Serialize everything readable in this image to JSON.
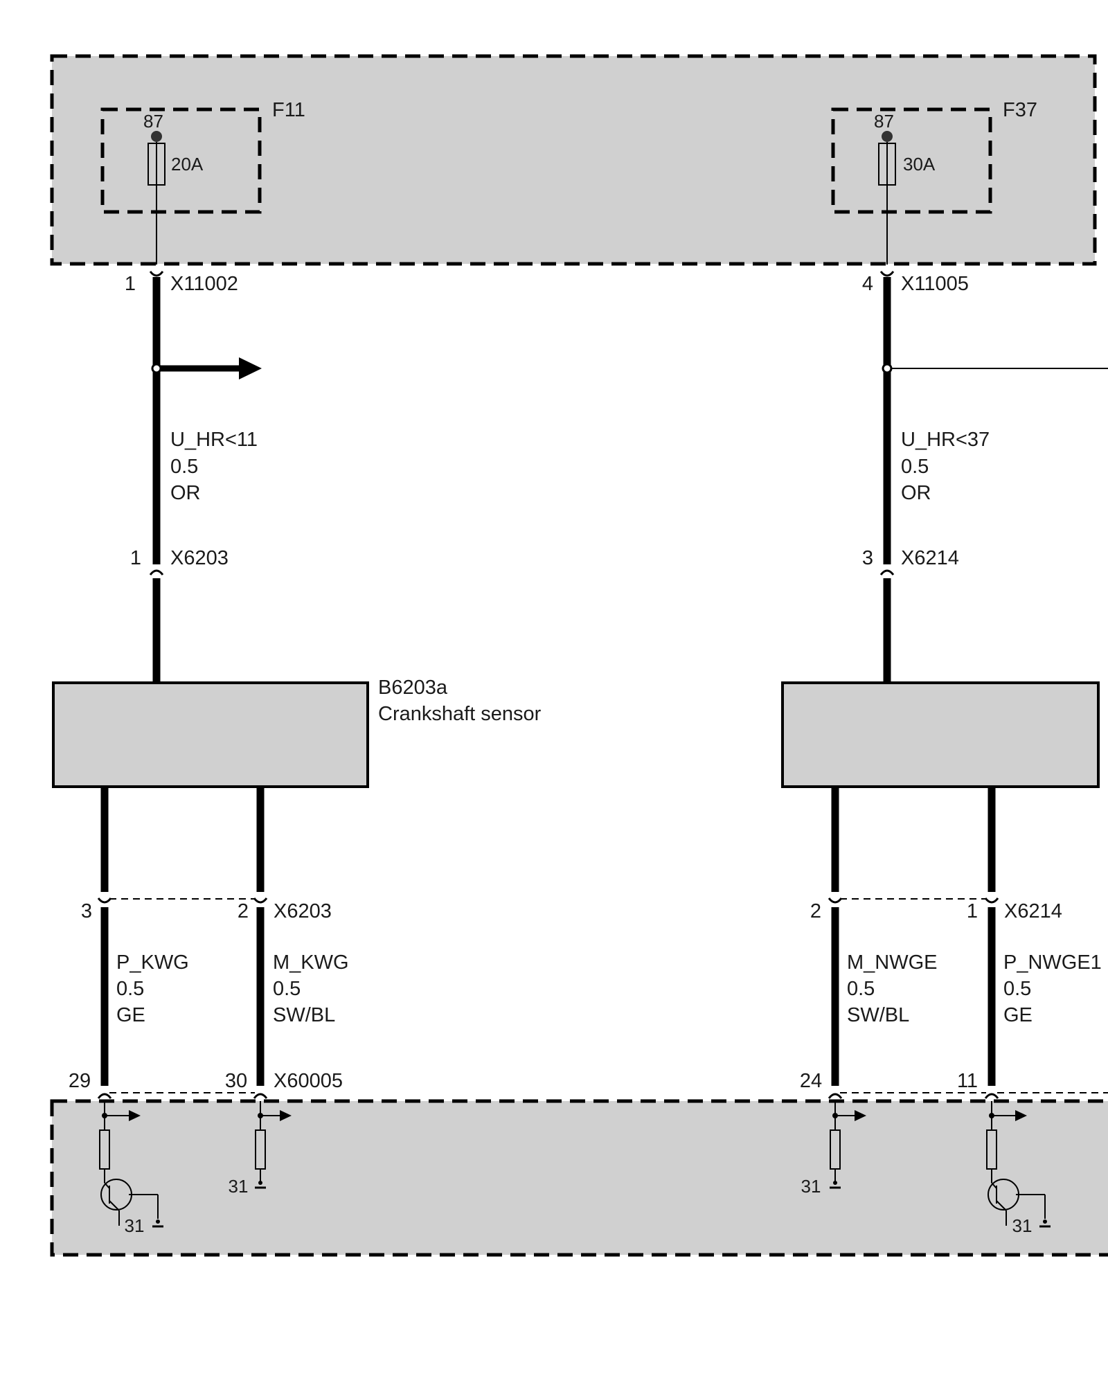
{
  "colors": {
    "module_fill": "#d0d0d0",
    "wire": "#000000",
    "background": "#ffffff"
  },
  "fuses": {
    "left": {
      "name": "F11",
      "terminal": "87",
      "rating": "20A"
    },
    "right": {
      "name": "F37",
      "terminal": "87",
      "rating": "30A"
    }
  },
  "connectors": {
    "top_left": {
      "pin": "1",
      "name": "X11002"
    },
    "top_right": {
      "pin": "4",
      "name": "X11005"
    },
    "mid_left": {
      "pin": "1",
      "name": "X6203"
    },
    "mid_right": {
      "pin": "3",
      "name": "X6214"
    },
    "sensor_left": {
      "name": "X6203",
      "pins": [
        "3",
        "2"
      ]
    },
    "sensor_right": {
      "name": "X6214",
      "pins": [
        "2",
        "1"
      ]
    },
    "ecu": {
      "name": "X60005",
      "pins": [
        "29",
        "30",
        "24",
        "11"
      ]
    }
  },
  "wires": {
    "supply_left": {
      "signal": "U_HR<11",
      "size": "0.5",
      "color": "OR"
    },
    "supply_right": {
      "signal": "U_HR<37",
      "size": "0.5",
      "color": "OR"
    },
    "p_kwg": {
      "signal": "P_KWG",
      "size": "0.5",
      "color": "GE"
    },
    "m_kwg": {
      "signal": "M_KWG",
      "size": "0.5",
      "color": "SW/BL"
    },
    "m_nwge": {
      "signal": "M_NWGE",
      "size": "0.5",
      "color": "SW/BL"
    },
    "p_nwge1": {
      "signal": "P_NWGE1",
      "size": "0.5",
      "color": "GE"
    }
  },
  "components": {
    "crankshaft_sensor": {
      "id": "B6203a",
      "name": "Crankshaft sensor"
    }
  },
  "ground_labels": [
    "31",
    "31",
    "31",
    "31"
  ],
  "icons": [
    "fuse-icon",
    "transistor-icon",
    "resistor-icon",
    "ground-icon",
    "arrow-right-icon"
  ]
}
